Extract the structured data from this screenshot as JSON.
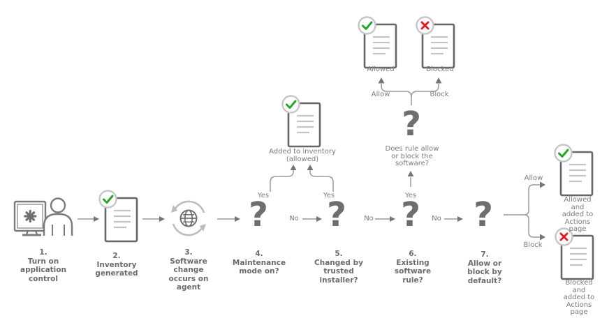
{
  "steps": [
    {
      "label": "1.\nTurn on\napplication\ncontrol"
    },
    {
      "label": "2.\nInventory\ngenerated"
    },
    {
      "label": "3.\nSoftware\nchange\noccurs on\nagent"
    },
    {
      "label": "4.\nMaintenance\nmode on?"
    },
    {
      "label": "5.\nChanged by\ntrusted\ninstaller?"
    },
    {
      "label": "6.\nExisting\nsoftware\nrule?"
    },
    {
      "label": "7.\nAllow or\nblock by\ndefault?"
    }
  ],
  "outcomes": {
    "added_inventory": "Added to inventory\n(allowed)",
    "rule_question": "Does rule allow\nor block the\nsoftware?",
    "allowed": "Allowed",
    "blocked": "Blocked",
    "allowed_actions": "Allowed and\nadded to\nActions page",
    "blocked_actions": "Blocked and\nadded to\nActions page"
  },
  "edges": {
    "yes": "Yes",
    "no": "No",
    "allow": "Allow",
    "block": "Block"
  },
  "glyphs": {
    "question": "?"
  },
  "icons": {
    "step1": "computer-user-icon",
    "step2": "document-check-icon",
    "step3": "globe-sync-icon",
    "allowed_badge": "check-circle-icon",
    "blocked_badge": "x-circle-icon"
  },
  "colors": {
    "allowed_green": "#28a32b",
    "blocked_red": "#da1e28",
    "line_gray": "#9a9a9a",
    "text_gray": "#6b6b6b",
    "badge_ring_gray": "#c6c6c6"
  }
}
